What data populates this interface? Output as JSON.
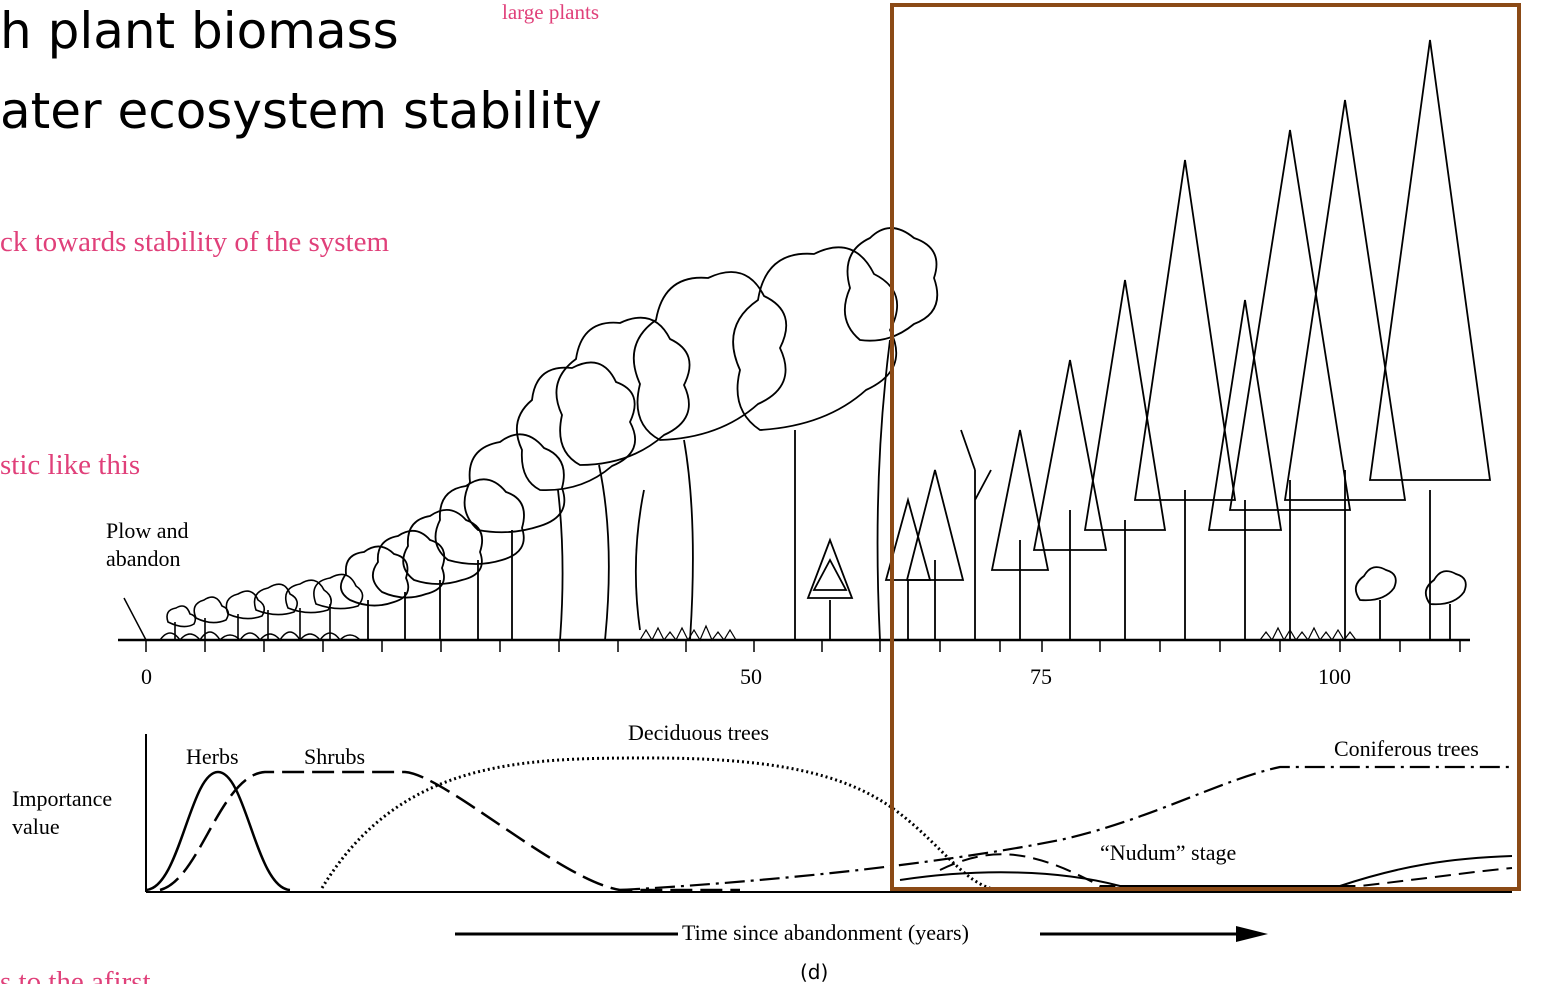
{
  "slide": {
    "title_line1": "h plant biomass",
    "title_line2": "ater ecosystem stability",
    "notes": {
      "top": "large plants",
      "mid1": "ck towards stability of the system",
      "mid2": "stic like this",
      "bottom": "s to the afirst"
    },
    "highlight_color": "#8b4a16",
    "note_color": "#e0407a"
  },
  "diagram": {
    "start_label_line1": "Plow and",
    "start_label_line2": "abandon",
    "axis_ticks": [
      "0",
      "50",
      "75",
      "100"
    ],
    "y_label_line1": "Importance",
    "y_label_line2": "value",
    "stages": [
      "Herbs",
      "Shrubs",
      "Deciduous trees",
      "Coniferous trees"
    ],
    "nudum_label": "“Nudum” stage",
    "arrow_label": "Time since abandonment (years)",
    "panel_label": "(d)"
  }
}
